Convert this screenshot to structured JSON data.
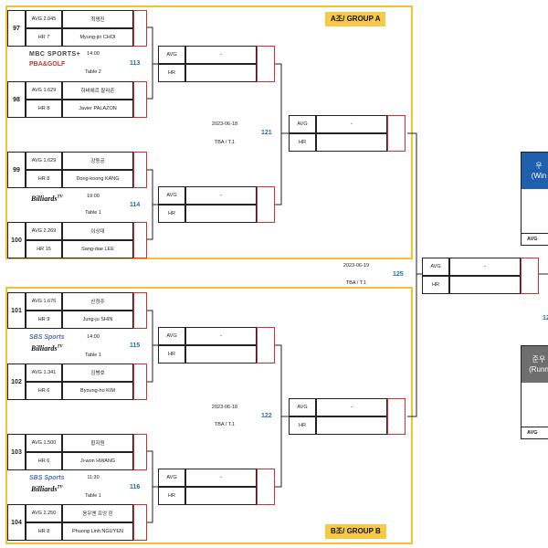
{
  "groups": {
    "a_label": "A조/ GROUP A",
    "b_label": "B조/ GROUP B"
  },
  "players": [
    {
      "seed": "97",
      "avg": "AVG 2.045",
      "hr": "HR 7",
      "kname": "최명진",
      "ename": "Myung-jin CHOI"
    },
    {
      "seed": "98",
      "avg": "AVG 1.629",
      "hr": "HR 8",
      "kname": "하비에르 팔라존",
      "ename": "Javier PALAZON"
    },
    {
      "seed": "99",
      "avg": "AVG 1.629",
      "hr": "HR 8",
      "kname": "강동궁",
      "ename": "Dong-koong KANG"
    },
    {
      "seed": "100",
      "avg": "AVG 2.269",
      "hr": "HR 15",
      "kname": "이상대",
      "ename": "Sang-dae LEE"
    },
    {
      "seed": "101",
      "avg": "AVG 1.676",
      "hr": "HR 9",
      "kname": "신정주",
      "ename": "Jung-ju SHIN"
    },
    {
      "seed": "102",
      "avg": "AVG 1.341",
      "hr": "HR 6",
      "kname": "김병호",
      "ename": "Byoung-ho KIM"
    },
    {
      "seed": "103",
      "avg": "AVG 1.500",
      "hr": "HR 6",
      "kname": "황지원",
      "ename": "Ji-won HWANG"
    },
    {
      "seed": "104",
      "avg": "AVG 2.250",
      "hr": "HR 8",
      "kname": "응우옌 프엉 린",
      "ename": "Phuong Linh NGUYEN"
    }
  ],
  "matches": [
    {
      "num": "113",
      "time": "14:00",
      "table": "Table 2"
    },
    {
      "num": "114",
      "time": "19:00",
      "table": "Table 1"
    },
    {
      "num": "115",
      "time": "14:00",
      "table": "Table 1"
    },
    {
      "num": "116",
      "time": "11:30",
      "table": "Table 1"
    },
    {
      "num": "121",
      "date": "2023-06-18",
      "table": "TBA / T.1"
    },
    {
      "num": "122",
      "date": "2023-06-18",
      "table": "TBA / T.1"
    },
    {
      "num": "125",
      "date": "2023-06-19",
      "table": "TBA / T.1"
    }
  ],
  "box": {
    "avg": "AVG",
    "hr": "HR",
    "dash": "-"
  },
  "logos": {
    "mbc": "MBC SPORTS+",
    "pba": "PBA&GOLF",
    "billiards": "Billiards",
    "billiards_sup": "TV",
    "sbs": "SBS Sports"
  },
  "right": {
    "winner_label": "우\n(Win",
    "runner_label": "준우\n(Runn",
    "avg": "AVG",
    "partial_num": "12"
  },
  "colors": {
    "frame": "#f2c230",
    "accent": "#1f6db0",
    "score": "#d32f2f",
    "winner": "#1f5fae",
    "runner": "#6e6e6e"
  }
}
